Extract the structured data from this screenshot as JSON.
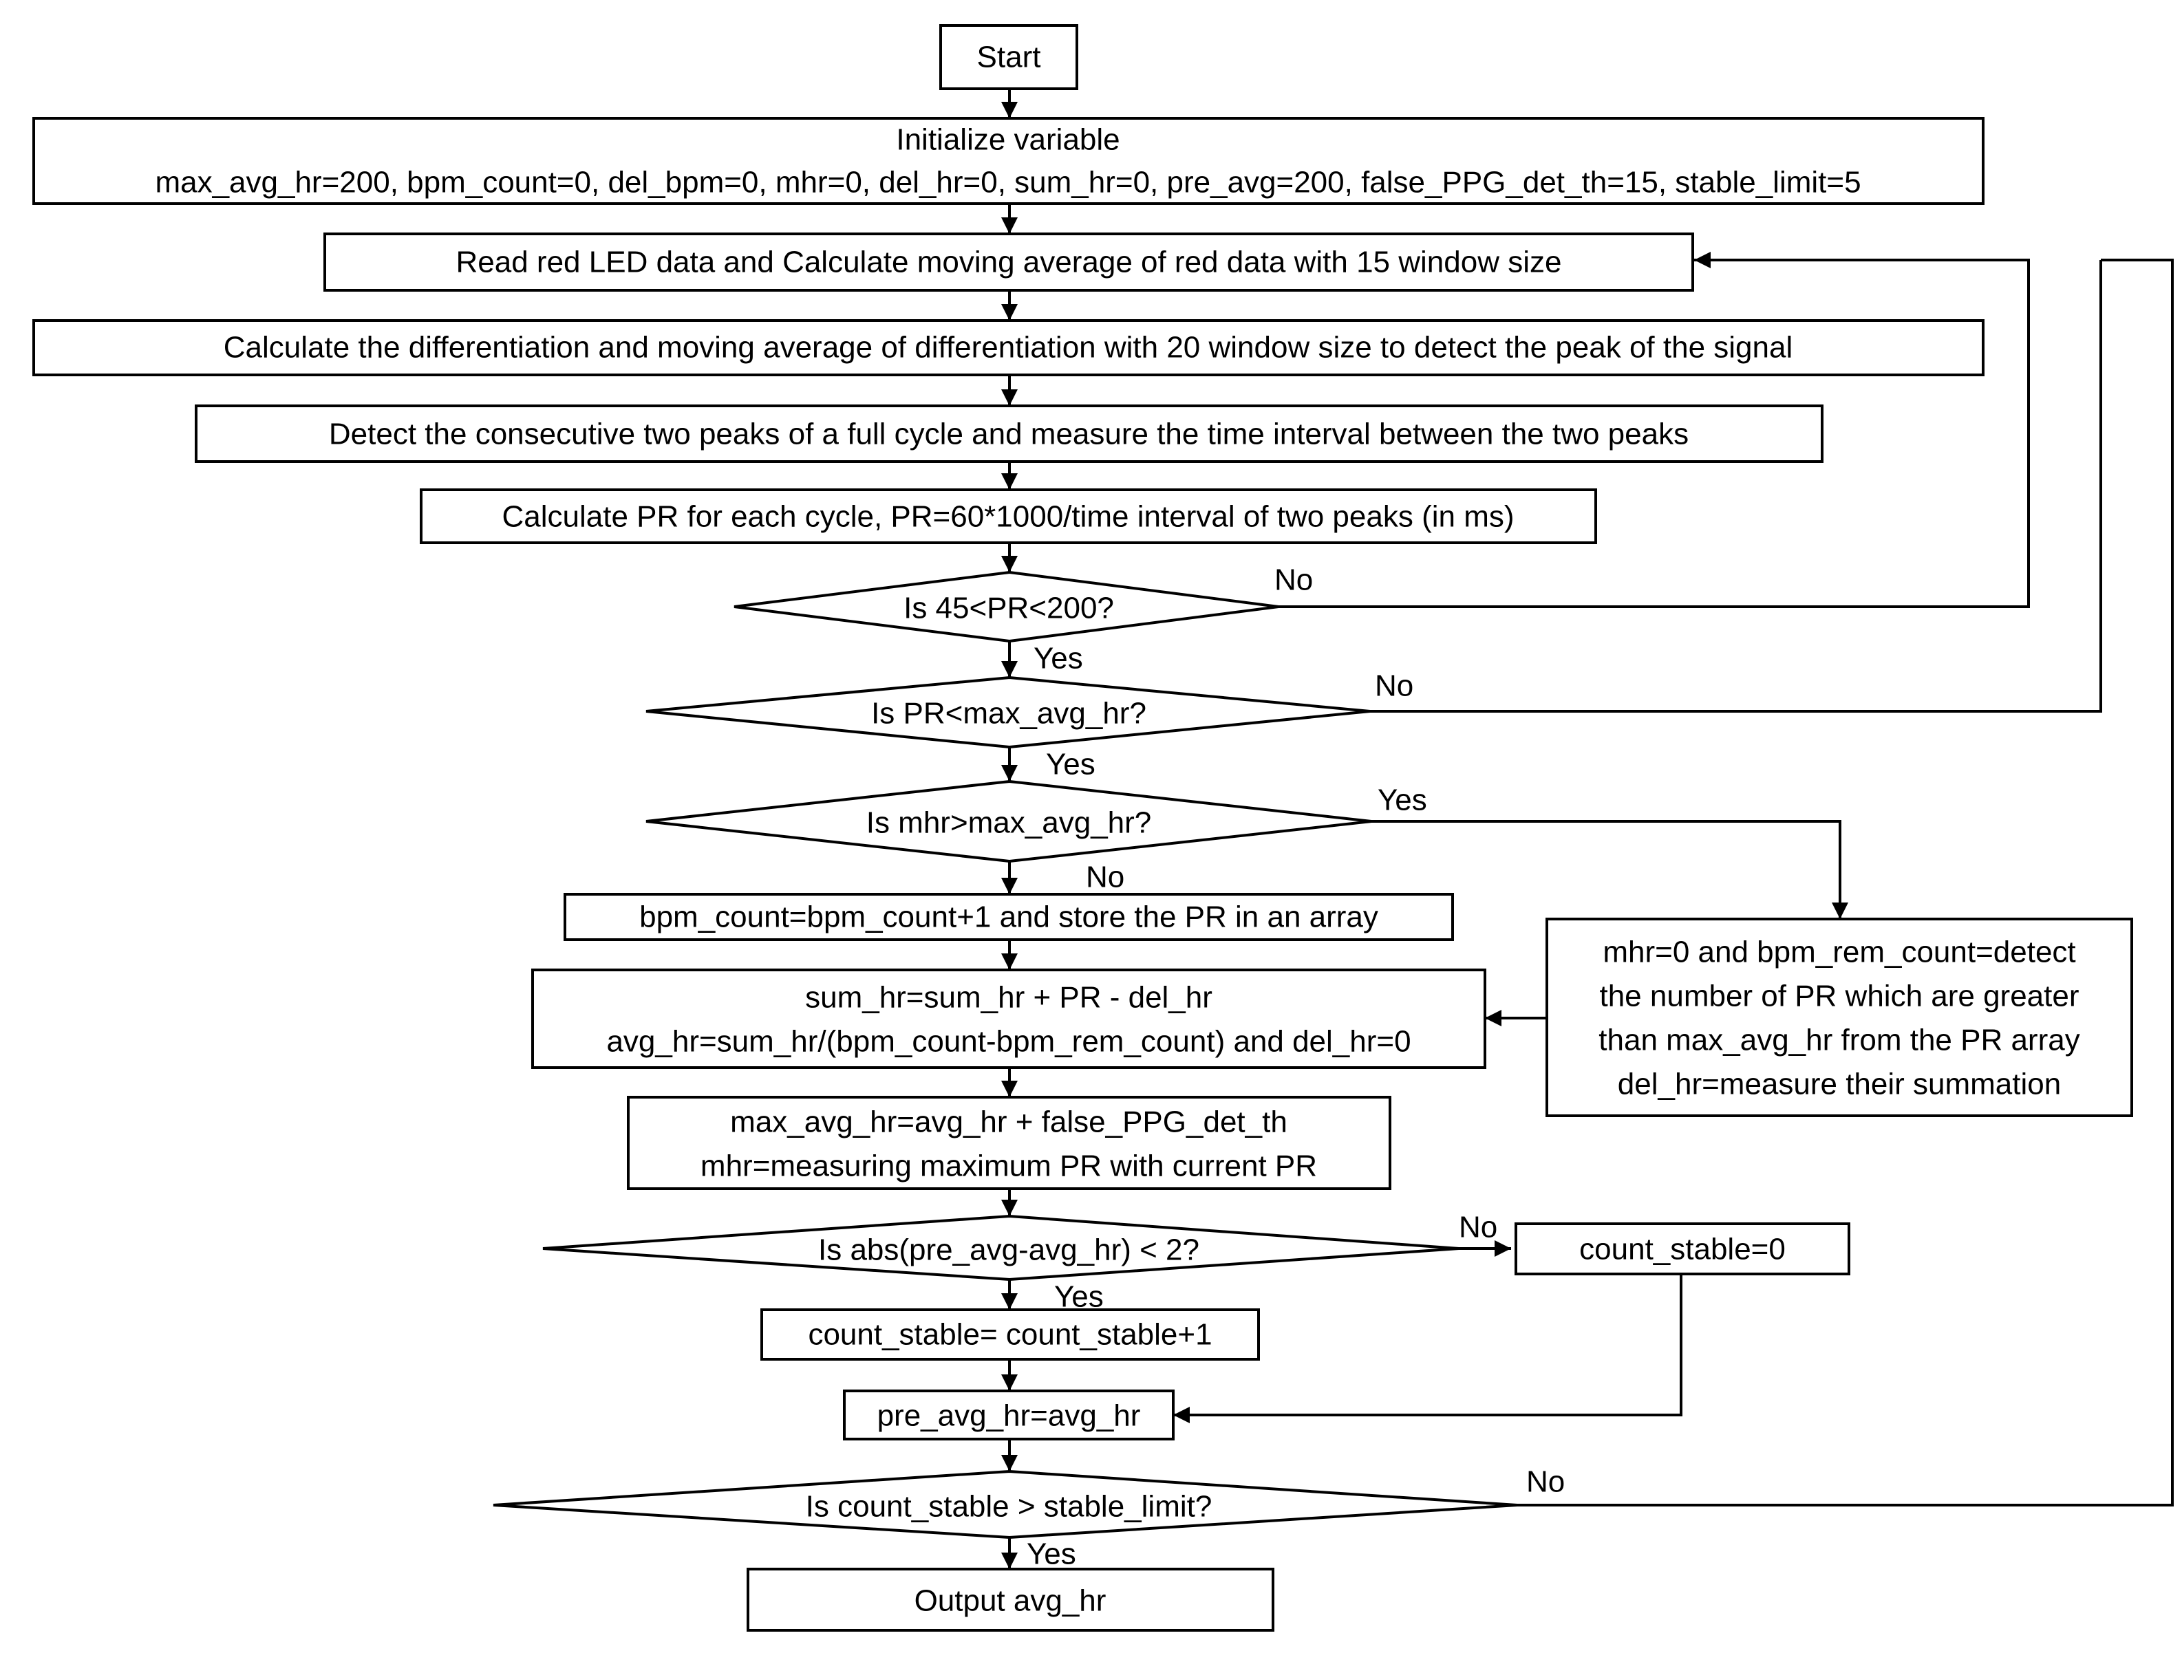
{
  "flowchart": {
    "start": "Start",
    "init_1": "Initialize variable",
    "init_2": "max_avg_hr=200, bpm_count=0, del_bpm=0, mhr=0, del_hr=0, sum_hr=0, pre_avg=200, false_PPG_det_th=15, stable_limit=5",
    "read_led": "Read red LED data and Calculate moving average of red data with 15 window size",
    "differentiation": "Calculate the differentiation and moving average of differentiation with 20 window size to detect the peak of the signal",
    "detect_peaks": "Detect the consecutive two peaks of a full cycle and measure the time interval between the two peaks",
    "calc_pr": "Calculate PR for each cycle, PR=60*1000/time interval of two peaks (in ms)",
    "dec_pr_range": "Is 45<PR<200?",
    "dec_pr_max": "Is PR<max_avg_hr?",
    "dec_mhr": "Is mhr>max_avg_hr?",
    "bpm_count": "bpm_count=bpm_count+1 and store the PR in an array",
    "sum_1": "sum_hr=sum_hr + PR - del_hr",
    "sum_2": "avg_hr=sum_hr/(bpm_count-bpm_rem_count) and del_hr=0",
    "mhr_1": "mhr=0 and bpm_rem_count=detect",
    "mhr_2": "the number of PR which are greater",
    "mhr_3": "than max_avg_hr from the PR array",
    "mhr_4": "del_hr=measure their summation",
    "maxavg_1": "max_avg_hr=avg_hr + false_PPG_det_th",
    "maxavg_2": "mhr=measuring maximum PR with current PR",
    "dec_abs": "Is abs(pre_avg-avg_hr) < 2?",
    "count_zero": "count_stable=0",
    "count_inc": "count_stable= count_stable+1",
    "pre_avg": "pre_avg_hr=avg_hr",
    "dec_stable": "Is count_stable > stable_limit?",
    "output": "Output avg_hr",
    "lbl_no_1": "No",
    "lbl_yes_1": "Yes",
    "lbl_no_2": "No",
    "lbl_yes_2": "Yes",
    "lbl_yes_3": "Yes",
    "lbl_no_3": "No",
    "lbl_no_4": "No",
    "lbl_yes_4": "Yes",
    "lbl_no_5": "No",
    "lbl_yes_5": "Yes"
  }
}
